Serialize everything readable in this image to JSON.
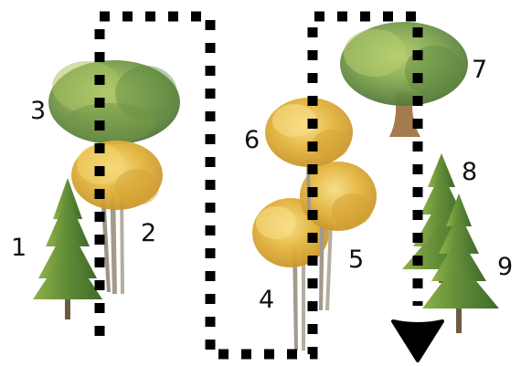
{
  "colors": {
    "path": "#000000",
    "background": "#ffffff",
    "pine_light": "#8fb24a",
    "pine_mid": "#5f8a36",
    "pine_dark": "#3f6b2a",
    "oak_light": "#b7cd6e",
    "oak_mid": "#7fa34e",
    "oak_dark": "#52783a",
    "aspen_light": "#f3d46c",
    "aspen_mid": "#e3b43d",
    "aspen_dark": "#c9962c",
    "trunk": "#a39a8c",
    "oak_trunk": "#a57b4e"
  },
  "trees": [
    {
      "number": "1",
      "kind": "pine"
    },
    {
      "number": "2",
      "kind": "aspen"
    },
    {
      "number": "3",
      "kind": "oak"
    },
    {
      "number": "4",
      "kind": "aspen"
    },
    {
      "number": "5",
      "kind": "aspen"
    },
    {
      "number": "6",
      "kind": "aspen"
    },
    {
      "number": "7",
      "kind": "oak"
    },
    {
      "number": "8",
      "kind": "pine"
    },
    {
      "number": "9",
      "kind": "pine"
    }
  ],
  "path_end_icon": "arrow-down-icon"
}
